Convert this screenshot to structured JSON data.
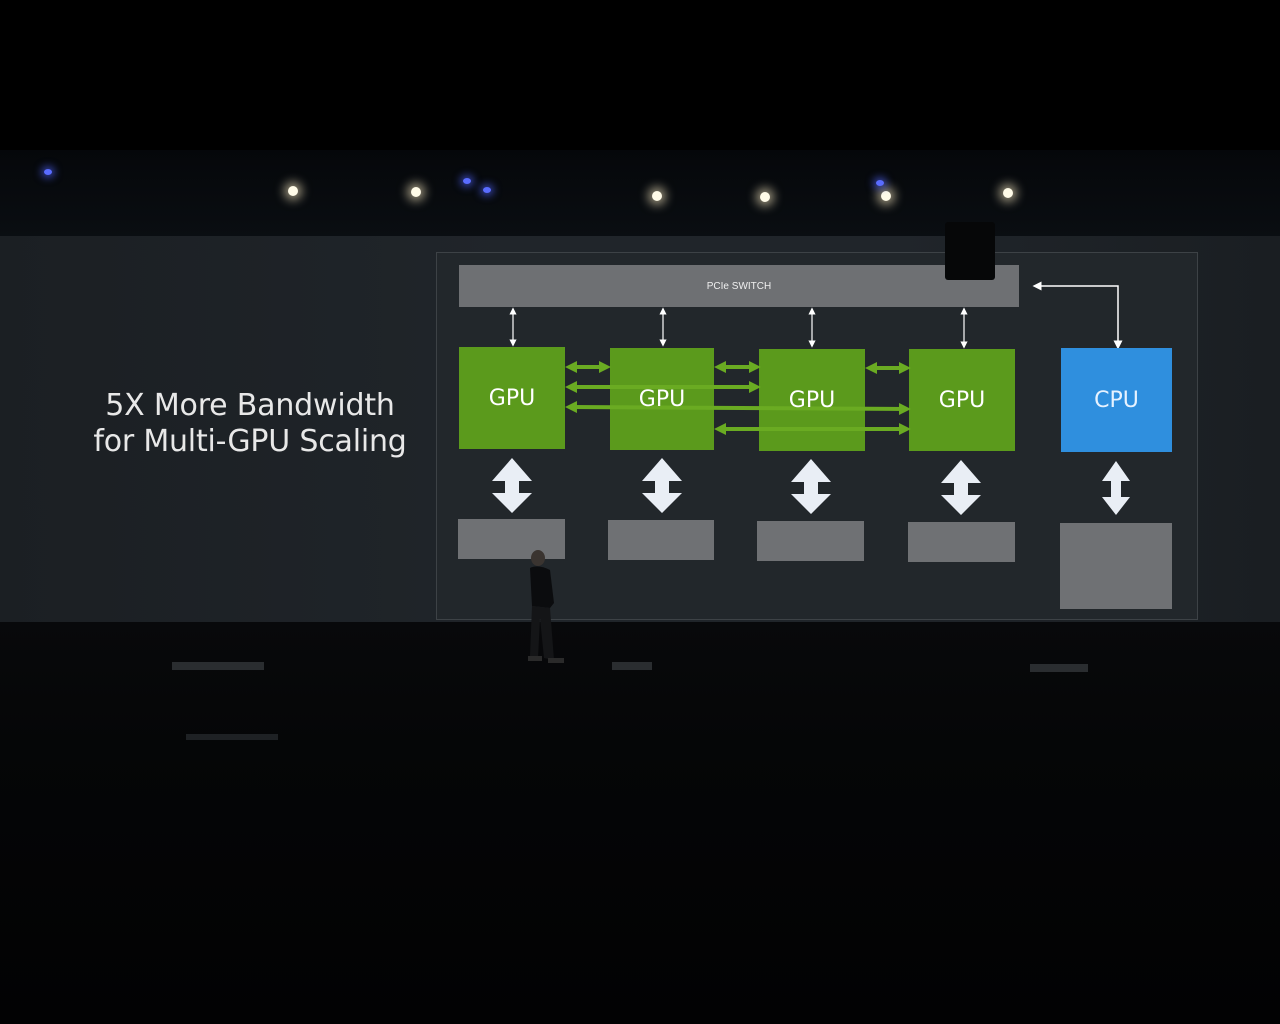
{
  "slide": {
    "headline_line1": "5X More Bandwidth",
    "headline_line2": "for Multi-GPU Scaling",
    "pcie_label": "PCIe SWITCH",
    "gpu_labels": [
      "GPU",
      "GPU",
      "GPU",
      "GPU"
    ],
    "cpu_label": "CPU"
  },
  "colors": {
    "gpu": "#5b9a1c",
    "cpu": "#2f8fde",
    "nvlink": "#6aab22",
    "memory": "#6f7174",
    "switch": "#6e7073"
  }
}
